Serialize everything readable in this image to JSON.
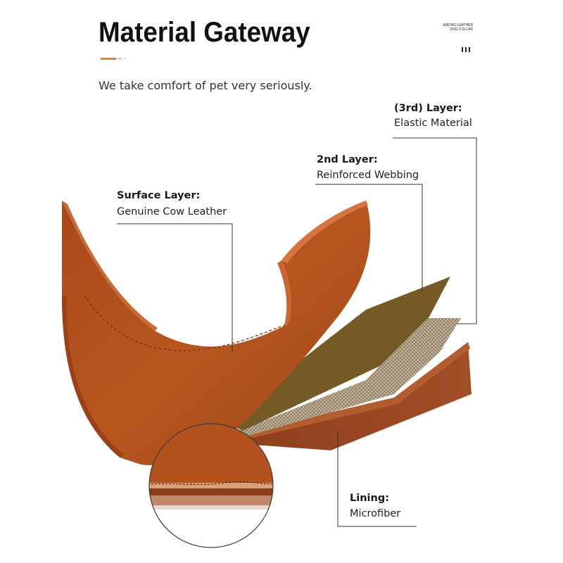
{
  "header": {
    "title": "Material Gateway",
    "brand_text": "AIRTAG LEATHER DOG COLLAR",
    "subtitle": "We take comfort of pet very seriously."
  },
  "callouts": {
    "third_layer": {
      "heading": "(3rd) Layer:",
      "description": "Elastic Material"
    },
    "second_layer": {
      "heading": "2nd Layer:",
      "description": "Reinforced Webbing"
    },
    "surface_layer": {
      "heading": "Surface Layer:",
      "description": "Genuine Cow Leather"
    },
    "lining": {
      "heading": "Lining:",
      "description": "Microfiber"
    }
  },
  "colors": {
    "leather": "#b0521d",
    "leather_edge": "#c76430",
    "webbing": "#6e5422",
    "elastic": "#b9ab95",
    "lining": "#9a4a24",
    "accent": "#c98a5a"
  },
  "icons": [
    "leather-layers-illustration",
    "magnifier-circle"
  ]
}
